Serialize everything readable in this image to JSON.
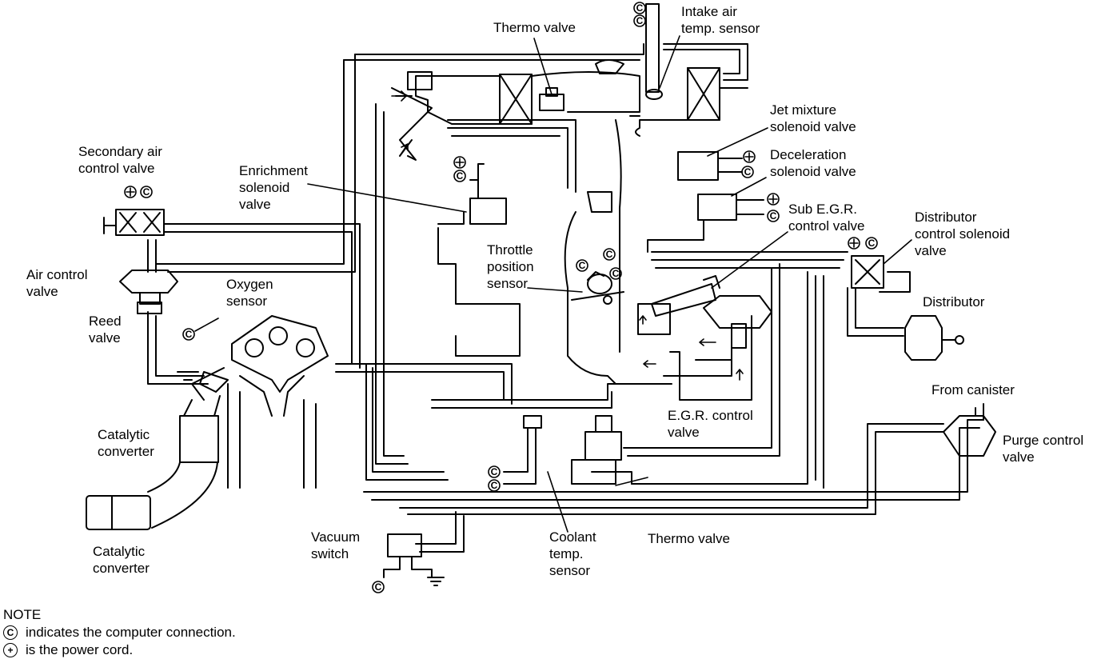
{
  "labels": {
    "intake_air_temp_sensor": [
      "Intake air",
      "temp. sensor"
    ],
    "thermo_valve_top": "Thermo valve",
    "jet_mixture_solenoid_valve": [
      "Jet mixture",
      "solenoid valve"
    ],
    "deceleration_solenoid_valve": [
      "Deceleration",
      "solenoid valve"
    ],
    "secondary_air_control_valve": [
      "Secondary air",
      "control valve"
    ],
    "enrichment_solenoid_valve": [
      "Enrichment",
      "solenoid",
      "valve"
    ],
    "sub_egr_control_valve": [
      "Sub E.G.R.",
      "control valve"
    ],
    "distributor_control_solenoid_valve": [
      "Distributor",
      "control solenoid",
      "valve"
    ],
    "air_control_valve": [
      "Air control",
      "valve"
    ],
    "oxygen_sensor": [
      "Oxygen",
      "sensor"
    ],
    "throttle_position_sensor": [
      "Throttle",
      "position",
      "sensor"
    ],
    "distributor": "Distributor",
    "reed_valve": [
      "Reed",
      "valve"
    ],
    "from_canister": "From canister",
    "egr_control_valve": [
      "E.G.R. control",
      "valve"
    ],
    "purge_control_valve": [
      "Purge control",
      "valve"
    ],
    "catalytic_converter_1": [
      "Catalytic",
      "converter"
    ],
    "catalytic_converter_2": [
      "Catalytic",
      "converter"
    ],
    "vacuum_switch": [
      "Vacuum",
      "switch"
    ],
    "coolant_temp_sensor": [
      "Coolant",
      "temp.",
      "sensor"
    ],
    "thermo_valve_bottom": "Thermo valve"
  },
  "symbols": {
    "computer": "C",
    "power": "+"
  },
  "note": {
    "title": "NOTE",
    "computer_text": "indicates the computer connection.",
    "power_text": "is the power cord."
  }
}
